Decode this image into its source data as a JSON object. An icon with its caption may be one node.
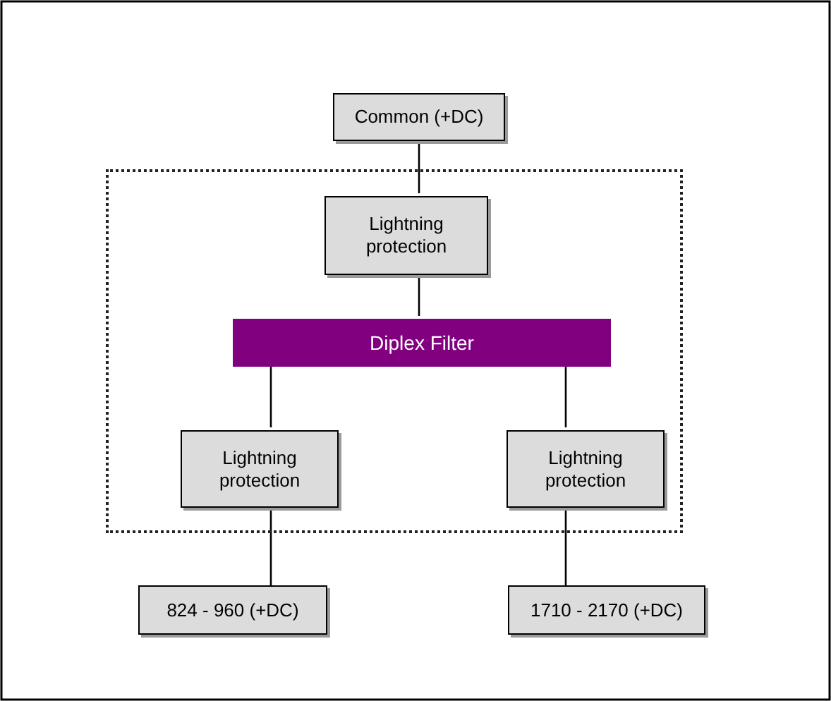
{
  "diagram": {
    "nodes": [
      {
        "text": [
          "Common (+DC)"
        ]
      },
      {
        "text": [],
        "shape": "box"
      },
      {
        "text": [
          "Lightning protection"
        ],
        "in": 1
      },
      {
        "text": [
          "Diplex Filter"
        ],
        "in": 1
      },
      {
        "text": [
          "Lightning protection"
        ],
        "in": 1
      },
      {
        "text": [
          "Lightning protection"
        ],
        "in": 1
      },
      {
        "text": [
          "824 - 960 (+DC)"
        ]
      },
      {
        "text": [
          "1710 - 2170 (+DC)"
        ]
      }
    ],
    "edges": [
      {
        "from": 0,
        "to": 2,
        "arrow": "none"
      },
      {
        "from": 2,
        "to": 3,
        "arrow": "none"
      },
      {
        "from": 3,
        "to": 4,
        "arrow": "none"
      },
      {
        "from": 3,
        "to": 5,
        "arrow": "none"
      },
      {
        "from": 4,
        "to": 6,
        "arrow": "none"
      },
      {
        "from": 5,
        "to": 7,
        "arrow": "none"
      }
    ]
  }
}
